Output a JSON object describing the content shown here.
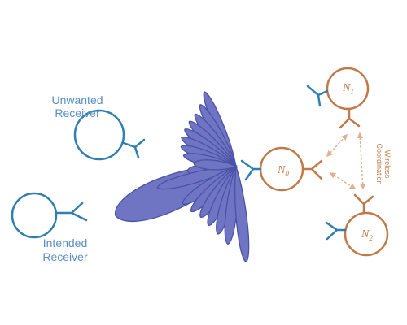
{
  "labels": {
    "unwanted_line1": "Unwanted",
    "unwanted_line2": "Receiver",
    "intended_line1": "Intended",
    "intended_line2": "Receiver",
    "wireless_line1": "Wireless",
    "wireless_line2": "Coordination"
  },
  "nodes": [
    {
      "id": "N0",
      "letter": "N",
      "subscript": "0"
    },
    {
      "id": "N1",
      "letter": "N",
      "subscript": "1"
    },
    {
      "id": "N2",
      "letter": "N",
      "subscript": "2"
    }
  ],
  "colors": {
    "receiver_blue": "#2f7fb0",
    "text_blue": "#5b8fc4",
    "lobe_fill": "#7f84c9",
    "lobe_stroke": "#4a52a8",
    "node_orange": "#c07a4a",
    "link_orange": "#e0b090"
  }
}
